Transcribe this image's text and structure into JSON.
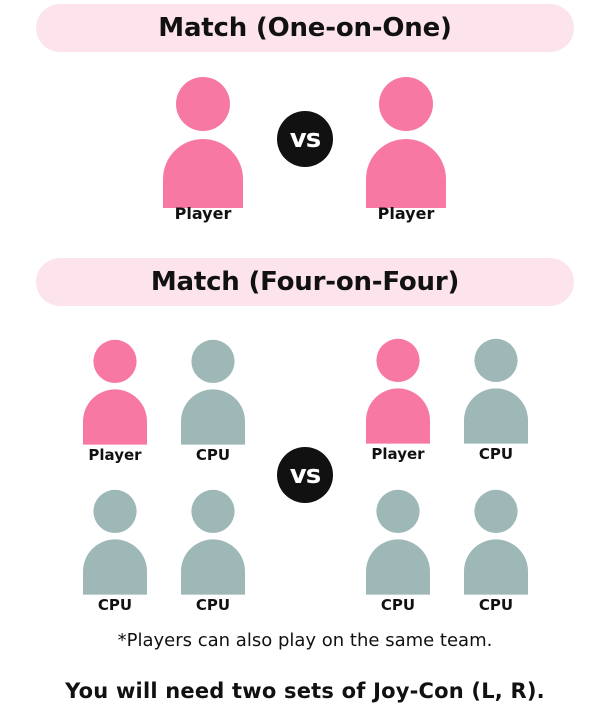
{
  "colors": {
    "banner_bg": "#fde4ec",
    "player": "#f779a3",
    "cpu": "#9eb8b7",
    "vs_bg": "#111111",
    "vs_text": "#ffffff"
  },
  "one_on_one": {
    "title": "Match (One-on-One)",
    "vs": "vs",
    "left": {
      "label": "Player",
      "icon": "person-icon",
      "role": "player"
    },
    "right": {
      "label": "Player",
      "icon": "person-icon",
      "role": "player"
    }
  },
  "four_on_four": {
    "title": "Match (Four-on-Four)",
    "vs": "vs",
    "team_left": [
      {
        "label": "Player",
        "icon": "person-icon",
        "role": "player"
      },
      {
        "label": "CPU",
        "icon": "person-icon",
        "role": "cpu"
      },
      {
        "label": "CPU",
        "icon": "person-icon",
        "role": "cpu"
      },
      {
        "label": "CPU",
        "icon": "person-icon",
        "role": "cpu"
      }
    ],
    "team_right": [
      {
        "label": "Player",
        "icon": "person-icon",
        "role": "player"
      },
      {
        "label": "CPU",
        "icon": "person-icon",
        "role": "cpu"
      },
      {
        "label": "CPU",
        "icon": "person-icon",
        "role": "cpu"
      },
      {
        "label": "CPU",
        "icon": "person-icon",
        "role": "cpu"
      }
    ]
  },
  "note": "*Players can also play on the same team.",
  "footer": "You will need two sets of Joy-Con (L, R)."
}
